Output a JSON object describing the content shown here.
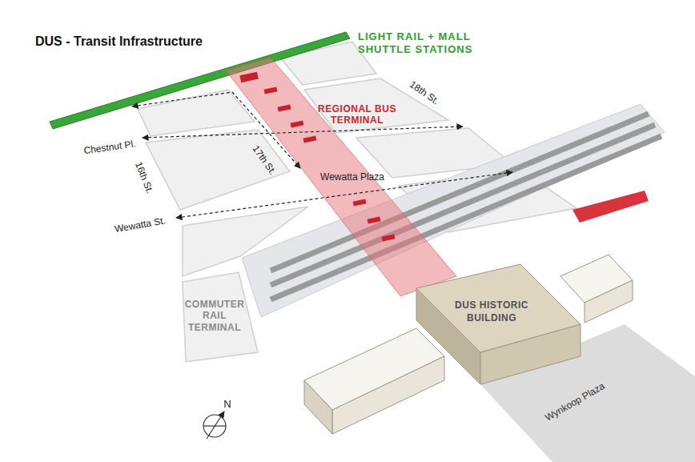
{
  "diagram": {
    "title": "DUS - Transit Infrastructure",
    "nodes": [
      {
        "text": [
          "DUS HISTORIC BUILDING"
        ]
      }
    ],
    "labels": [
      "LIGHT RAIL + MALL SHUTTLE STATIONS",
      "18th St.",
      "REGIONAL BUS TERMINAL",
      "Chestnut Pl.",
      "17th St.",
      "16th St.",
      "Wewatta Plaza",
      "Wewatta St.",
      "COMMUTER RAIL TERMINAL",
      "Wynkoop Plaza",
      "N"
    ]
  }
}
